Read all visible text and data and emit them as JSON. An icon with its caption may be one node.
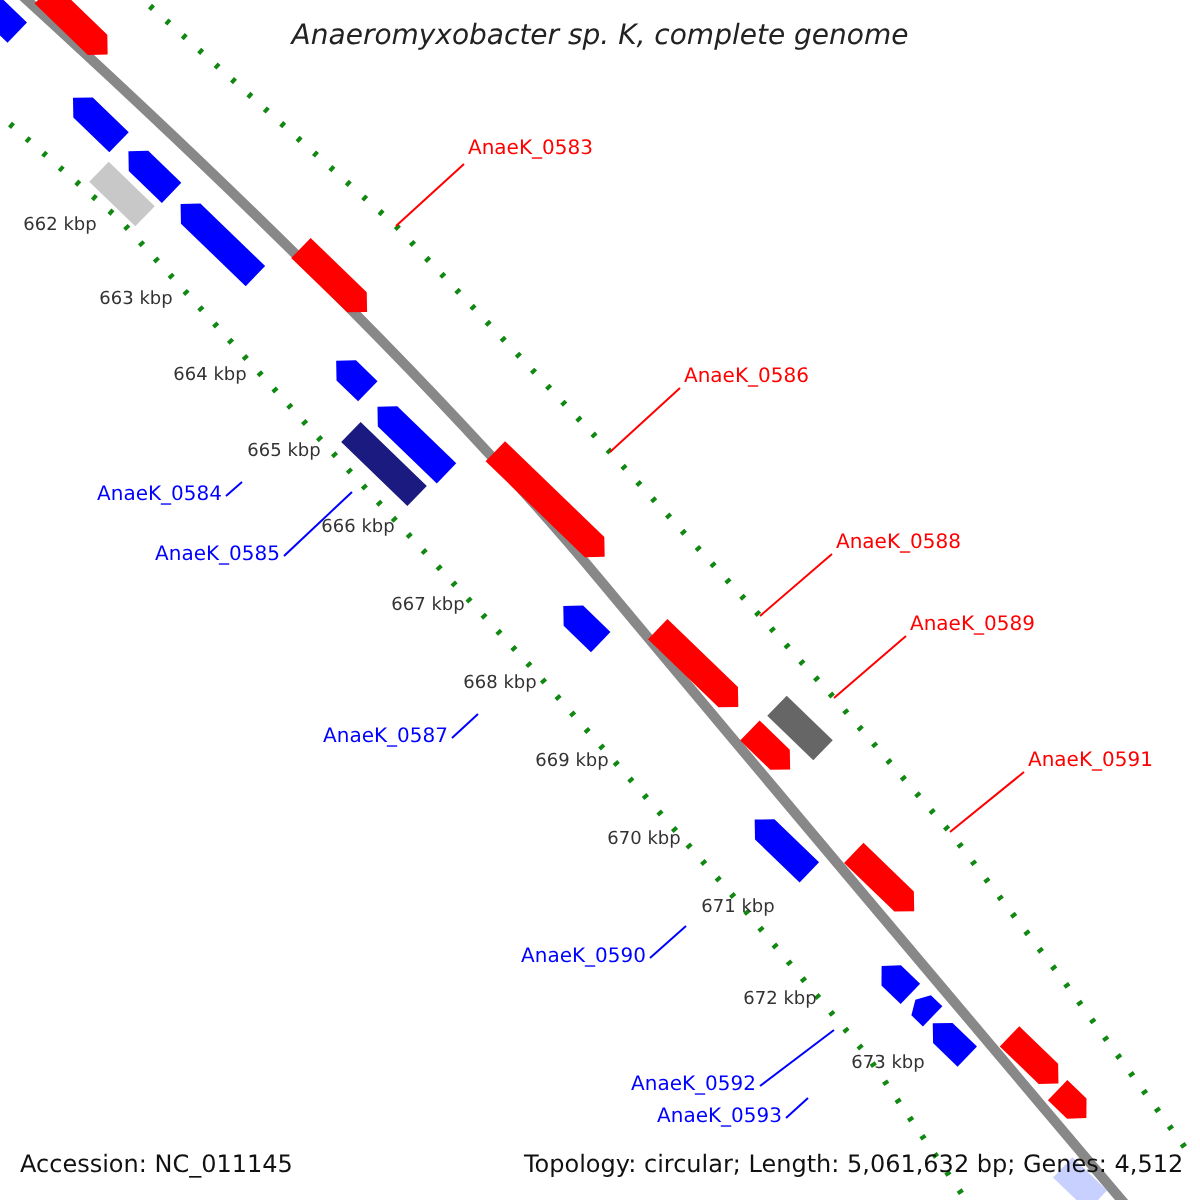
{
  "diagram": {
    "title": "Anaeromyxobacter sp. K, complete genome",
    "nodes": [
      {
        "text": [
          "AnaeK_0583"
        ]
      },
      {
        "text": [
          "AnaeK_0586"
        ]
      },
      {
        "text": [
          "AnaeK_0588"
        ]
      },
      {
        "text": [
          "AnaeK_0589"
        ]
      },
      {
        "text": [
          "AnaeK_0591"
        ]
      },
      {
        "text": [
          "AnaeK_0584"
        ]
      },
      {
        "text": [
          "AnaeK_0585"
        ]
      },
      {
        "text": [
          "AnaeK_0587"
        ]
      },
      {
        "text": [
          "AnaeK_0590"
        ]
      },
      {
        "text": [
          "AnaeK_0592"
        ]
      },
      {
        "text": [
          "AnaeK_0593"
        ]
      }
    ],
    "edges": [
      {
        "from": 0,
        "to": null,
        "arrow": "none",
        "color": "#ff0000"
      },
      {
        "from": 1,
        "to": null,
        "arrow": "none",
        "color": "#ff0000"
      },
      {
        "from": 2,
        "to": null,
        "arrow": "none",
        "color": "#ff0000"
      },
      {
        "from": 3,
        "to": null,
        "arrow": "none",
        "color": "#ff0000"
      },
      {
        "from": 4,
        "to": null,
        "arrow": "none",
        "color": "#ff0000"
      },
      {
        "from": 5,
        "to": null,
        "arrow": "none"
      },
      {
        "from": 6,
        "to": null,
        "arrow": "none"
      },
      {
        "from": 7,
        "to": null,
        "arrow": "none"
      },
      {
        "from": 8,
        "to": null,
        "arrow": "none"
      },
      {
        "from": 9,
        "to": null,
        "arrow": "none"
      },
      {
        "from": 10,
        "to": null,
        "arrow": "none"
      }
    ],
    "labels": [
      "662 kbp",
      "663 kbp",
      "664 kbp",
      "665 kbp",
      "666 kbp",
      "667 kbp",
      "668 kbp",
      "669 kbp",
      "670 kbp",
      "671 kbp",
      "672 kbp",
      "673 kbp",
      "Accession: NC_011145",
      "Topology: circular; Length: 5,061,632 bp; Genes: 4,512"
    ]
  }
}
